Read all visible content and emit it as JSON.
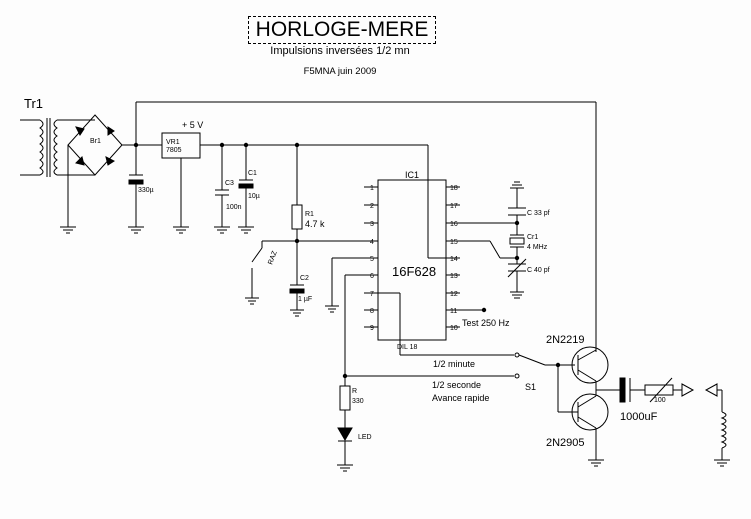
{
  "header": {
    "title": "HORLOGE-MERE",
    "subtitle": "Impulsions inversées 1/2 mn",
    "author": "F5MNA  juin 2009"
  },
  "labels": {
    "transformer": "Tr1",
    "bridge": "Br1",
    "supply": "+ 5  V",
    "regulator": "VR1",
    "regulator_type": "7805",
    "c_filter": "330µ",
    "c3": "C3",
    "c3_value": "100n",
    "c1": "C1",
    "c1_value": "10µ",
    "r1": "R1",
    "r1_value": "4.7 k",
    "raz": "RAZ",
    "c2": "C2",
    "c2_value": "1 µF",
    "ic": "IC1",
    "ic_type": "16F628",
    "ic_package": "DIL 18",
    "c_33": "C  33 pf",
    "crystal": "Cr1",
    "crystal_value": "4 MHz",
    "c_40": "C  40 pf",
    "test": "Test 250 Hz",
    "half_minute": "1/2 minute",
    "half_second": "1/2 seconde",
    "fast": "Avance rapide",
    "switch": "S1",
    "r": "R",
    "r_value": "330",
    "led": "LED",
    "q1": "2N2219",
    "q2": "2N2905",
    "cap_out": "1000uF",
    "pot": "100"
  },
  "pins_left": [
    "1",
    "2",
    "3",
    "4",
    "5",
    "6",
    "7",
    "8",
    "9"
  ],
  "pins_right": [
    "18",
    "17",
    "16",
    "15",
    "14",
    "13",
    "12",
    "11",
    "10"
  ]
}
